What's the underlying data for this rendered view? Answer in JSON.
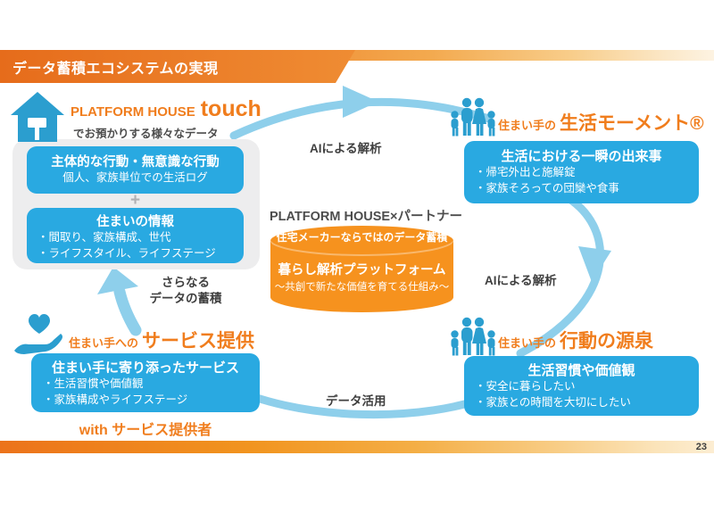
{
  "slide": {
    "title": "データ蓄積エコシステムの実現",
    "page_number": "23"
  },
  "colors": {
    "accent_orange": "#f07d1d",
    "box_blue": "#29a9e1",
    "arc_blue": "#8ecfeb",
    "cylinder_orange": "#f6921e",
    "panel_gray": "#ededee",
    "text_dark": "#3f3f3f"
  },
  "quadrants": {
    "platform_house": {
      "icon": "house-icon",
      "brand": "PLATFORM HOUSE",
      "brand_emphasis": "touch",
      "subtitle": "でお預かりする様々なデータ",
      "box1": {
        "title": "主体的な行動・無意識な行動",
        "line": "個人、家族単位での生活ログ"
      },
      "plus": "+",
      "box2": {
        "title": "住まいの情報",
        "lines": [
          "・間取り、家族構成、世代",
          "・ライフスタイル、ライフステージ"
        ]
      }
    },
    "life_moment": {
      "icon": "family-icon",
      "label_prefix": "住まい手の",
      "label": "生活モーメント®",
      "box": {
        "title": "生活における一瞬の出来事",
        "lines": [
          "・帰宅外出と施解錠",
          "・家族そろっての団欒や食事"
        ]
      }
    },
    "behavior_source": {
      "icon": "family-icon",
      "label_prefix": "住まい手の",
      "label": "行動の源泉",
      "box": {
        "title": "生活習慣や価値観",
        "lines": [
          "・安全に暮らしたい",
          "・家族との時間を大切にしたい"
        ]
      }
    },
    "service": {
      "icon": "hand-heart-icon",
      "label_prefix": "住まい手への",
      "label": "サービス提供",
      "box": {
        "title": "住まい手に寄り添ったサービス",
        "lines": [
          "・生活習慣や価値観",
          "・家族構成やライフステージ"
        ]
      },
      "footer": "with サービス提供者"
    }
  },
  "center": {
    "header": "PLATFORM HOUSE×パートナー",
    "cylinder_caption": "住宅メーカーならではのデータ蓄積",
    "cylinder_title": "暮らし解析プラットフォーム",
    "cylinder_subtitle": "～共創で新たな価値を育てる仕組み～"
  },
  "flow_labels": {
    "top": "AIによる解析",
    "right": "AIによる解析",
    "bottom": "データ活用",
    "left_line1": "さらなる",
    "left_line2": "データの蓄積"
  }
}
